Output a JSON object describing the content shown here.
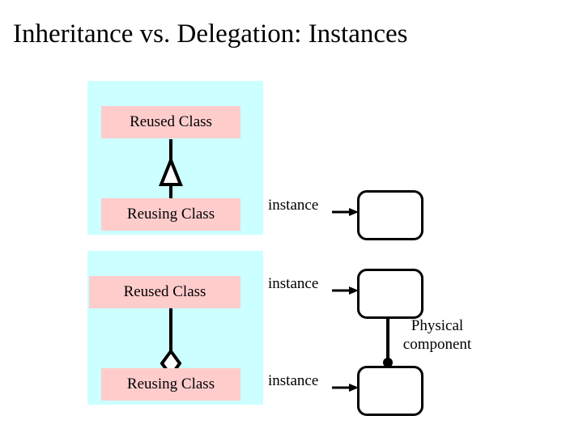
{
  "title": "Inheritance vs. Delegation: Instances",
  "colors": {
    "panel": "#ccffff",
    "class_box": "#ffcccc",
    "stroke": "#000000",
    "background": "#ffffff"
  },
  "diagram": {
    "inheritance_group": {
      "superclass_label": "Reused Class",
      "subclass_label": "Reusing Class",
      "relation": "generalization",
      "instance_label": "instance",
      "instance_box_label": ""
    },
    "delegation_group": {
      "superclass_label": "Reused Class",
      "subclass_label": "Reusing Class",
      "relation": "aggregation",
      "instance_label_upper": "instance",
      "instance_label_lower": "instance",
      "instance_box_upper_label": "",
      "instance_box_lower_label": ""
    },
    "annotations": {
      "physical_component": "Physical component"
    }
  }
}
